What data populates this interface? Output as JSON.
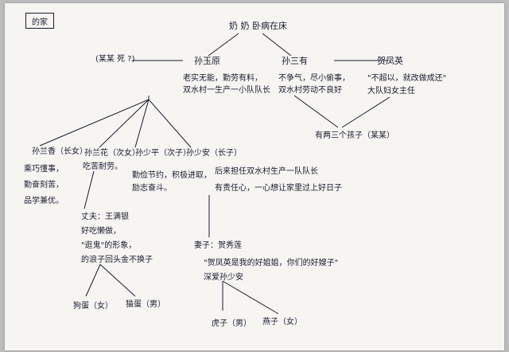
{
  "title": "的家",
  "generation1": {
    "label": "奶 奶 卧病在床"
  },
  "generation2": {
    "uncle_note": "(某某 死 ?)",
    "sun_shaoyuan": {
      "name": "孙玉原",
      "desc": [
        "老实无能，勤劳有料，",
        "双水村一生产一小队队长"
      ]
    },
    "sun_shaoan": {
      "name": "孙三有",
      "desc": [
        "不争气，尽小偷事，",
        "双水村劳动不良好"
      ]
    },
    "he_fengying": {
      "name": "贺凤英",
      "desc": [
        "\"不超以，就改做成还\"",
        "大队妇女主任"
      ]
    },
    "children_note": "有两三个孩子（某某）"
  },
  "generation3": {
    "sun_lanxiang_a": {
      "name": "孙兰香（长女）",
      "desc": [
        "乘巧懂事，",
        "勤奋刻苦，",
        "品学兼优。"
      ]
    },
    "sun_lanhua": {
      "name": "孙兰花（次女）",
      "desc": [
        "吃苦耐劳。"
      ]
    },
    "sun_shaoping": {
      "name": "孙少平（次子）",
      "desc": [
        "勤俭节约，积极进取，",
        "励志奋斗。"
      ]
    },
    "sun_shaoan_son": {
      "name": "孙少安（长子）",
      "desc": [
        "后来担任双水村生产一队队长",
        "有责任心，一心想让家里过上好日子"
      ]
    }
  },
  "lanhua_family": {
    "husband": [
      "丈夫：王满银",
      "好吃懒做，",
      "\"逛鬼\"的形象，",
      "的浪子回头金不换子"
    ],
    "kids": [
      "狗蛋（女）",
      "猫蛋（男）"
    ]
  },
  "shaoan_family": {
    "wife": [
      "妻子：贺秀莲",
      "\"贺凤英是我的好姐姐，你们的好嫂子\"",
      "深爱孙少安"
    ],
    "kids": [
      "虎子（男）",
      "燕子（女）"
    ]
  }
}
